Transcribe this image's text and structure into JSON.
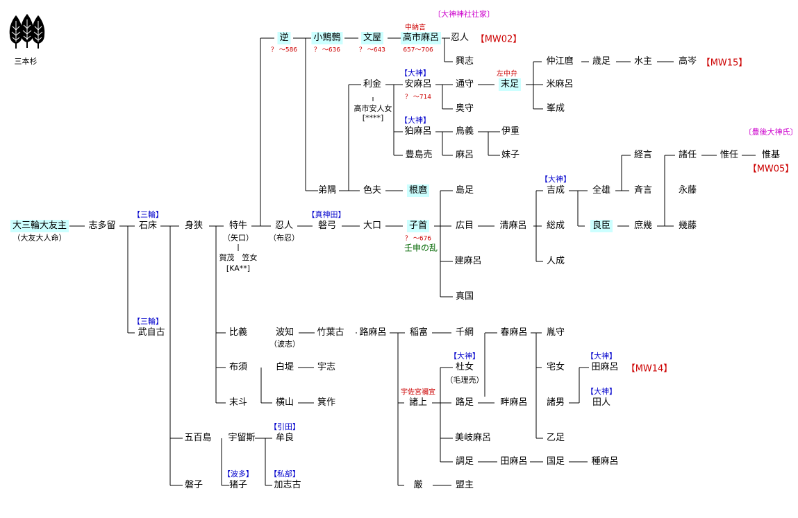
{
  "crest": {
    "icon": "three-cedar-crest-icon",
    "caption": "三本杉"
  },
  "people": [
    {
      "id": "p1",
      "name": "大三輪大友主",
      "sub": "（大友大人命）",
      "hl": true
    },
    {
      "id": "p2",
      "name": "志多留"
    },
    {
      "id": "p3",
      "name": "石床",
      "clan": "【三輪】"
    },
    {
      "id": "p4",
      "name": "武自古",
      "clan": "【三輪】"
    },
    {
      "id": "p5",
      "name": "身狭"
    },
    {
      "id": "p6",
      "name": "五百島"
    },
    {
      "id": "p7",
      "name": "磐子"
    },
    {
      "id": "p8",
      "name": "特牛",
      "sub": "（矢口）"
    },
    {
      "id": "p9",
      "name": "比義"
    },
    {
      "id": "p10",
      "name": "布須"
    },
    {
      "id": "p11",
      "name": "末斗"
    },
    {
      "id": "p12",
      "name": "宇留斯"
    },
    {
      "id": "p13",
      "name": "猪子",
      "clan": "【波多】"
    },
    {
      "id": "p14",
      "name": "牟良",
      "clan": "【引田】"
    },
    {
      "id": "p15",
      "name": "加志古",
      "clan": "【私部】"
    },
    {
      "id": "p16",
      "name": "逆",
      "hl": true,
      "dates": "？ ～586"
    },
    {
      "id": "p17",
      "name": "忍人",
      "sub": "（布忍）"
    },
    {
      "id": "p18",
      "name": "小鷦鷯",
      "hl": true,
      "dates": "？ ～636"
    },
    {
      "id": "p19",
      "name": "弟隅"
    },
    {
      "id": "p20",
      "name": "文屋",
      "hl": true,
      "dates": "？ ～643"
    },
    {
      "id": "p21",
      "name": "利金"
    },
    {
      "id": "p22",
      "name": "高市麻呂",
      "hl": true,
      "dates": "657～706",
      "title": "中納言"
    },
    {
      "id": "p23",
      "name": "忍人"
    },
    {
      "id": "p24",
      "name": "興志"
    },
    {
      "id": "p25",
      "name": "安麻呂",
      "clan": "【大神】",
      "dates": "？ ～714"
    },
    {
      "id": "p26",
      "name": "狛麻呂",
      "clan": "【大神】"
    },
    {
      "id": "p27",
      "name": "豊島売"
    },
    {
      "id": "p28",
      "name": "通守"
    },
    {
      "id": "p29",
      "name": "奥守"
    },
    {
      "id": "p30",
      "name": "末足",
      "hl": true,
      "title": "左中弁"
    },
    {
      "id": "p31",
      "name": "仲江麿"
    },
    {
      "id": "p32",
      "name": "米麻呂"
    },
    {
      "id": "p33",
      "name": "峯成"
    },
    {
      "id": "p34",
      "name": "歳足"
    },
    {
      "id": "p35",
      "name": "水主"
    },
    {
      "id": "p36",
      "name": "高岑"
    },
    {
      "id": "p37",
      "name": "鳥義"
    },
    {
      "id": "p38",
      "name": "麻呂"
    },
    {
      "id": "p39",
      "name": "伊重"
    },
    {
      "id": "p40",
      "name": "妹子"
    },
    {
      "id": "p41",
      "name": "色夫"
    },
    {
      "id": "p42",
      "name": "根麿",
      "hl": true
    },
    {
      "id": "p43",
      "name": "磐弓",
      "clan": "【真神田】"
    },
    {
      "id": "p44",
      "name": "大口"
    },
    {
      "id": "p45",
      "name": "子首",
      "hl": true,
      "dates": "？ ～676"
    },
    {
      "id": "p46",
      "name": "島足"
    },
    {
      "id": "p47",
      "name": "広目"
    },
    {
      "id": "p48",
      "name": "建麻呂"
    },
    {
      "id": "p49",
      "name": "真国"
    },
    {
      "id": "p50",
      "name": "清麻呂"
    },
    {
      "id": "p51",
      "name": "吉成",
      "clan": "【大神】"
    },
    {
      "id": "p52",
      "name": "総成"
    },
    {
      "id": "p53",
      "name": "人成"
    },
    {
      "id": "p54",
      "name": "全雄"
    },
    {
      "id": "p55",
      "name": "良臣",
      "hl": true
    },
    {
      "id": "p56",
      "name": "経言"
    },
    {
      "id": "p57",
      "name": "斉言"
    },
    {
      "id": "p58",
      "name": "庶幾"
    },
    {
      "id": "p59",
      "name": "諸任"
    },
    {
      "id": "p60",
      "name": "永藤"
    },
    {
      "id": "p61",
      "name": "幾藤"
    },
    {
      "id": "p62",
      "name": "惟任"
    },
    {
      "id": "p63",
      "name": "惟基"
    },
    {
      "id": "p64",
      "name": "波知",
      "sub": "（波志）"
    },
    {
      "id": "p65",
      "name": "竹葉古"
    },
    {
      "id": "p66",
      "name": "路麻呂"
    },
    {
      "id": "p67",
      "name": "白堤"
    },
    {
      "id": "p68",
      "name": "宇志"
    },
    {
      "id": "p69",
      "name": "横山"
    },
    {
      "id": "p70",
      "name": "箕作"
    },
    {
      "id": "p71",
      "name": "稲富"
    },
    {
      "id": "p72",
      "name": "千綱"
    },
    {
      "id": "p73",
      "name": "諸上",
      "title": "宇佐宮禰宜"
    },
    {
      "id": "p74",
      "name": "杜女",
      "clan": "【大神】",
      "sub": "（毛理売）"
    },
    {
      "id": "p75",
      "name": "路足"
    },
    {
      "id": "p76",
      "name": "美岐麻呂"
    },
    {
      "id": "p77",
      "name": "調足"
    },
    {
      "id": "p78",
      "name": "田麻呂"
    },
    {
      "id": "p79",
      "name": "国足"
    },
    {
      "id": "p80",
      "name": "種麻呂"
    },
    {
      "id": "p81",
      "name": "春麻呂"
    },
    {
      "id": "p82",
      "name": "畔麻呂"
    },
    {
      "id": "p83",
      "name": "胤守"
    },
    {
      "id": "p84",
      "name": "宅女"
    },
    {
      "id": "p85",
      "name": "諸男"
    },
    {
      "id": "p86",
      "name": "乙足"
    },
    {
      "id": "p87",
      "name": "田麻呂",
      "clan": "【大神】"
    },
    {
      "id": "p88",
      "name": "田人",
      "clan": "【大神】"
    },
    {
      "id": "p89",
      "name": "厳"
    },
    {
      "id": "p90",
      "name": "盟主"
    }
  ],
  "spouses": [
    {
      "id": "s1",
      "text": "高市安人女",
      "code": "[****]"
    },
    {
      "id": "s2",
      "text": "賀茂　笠女",
      "code": "[KA**]"
    }
  ],
  "refs": [
    {
      "id": "r1",
      "text": "【MW02】"
    },
    {
      "id": "r2",
      "text": "【MW15】"
    },
    {
      "id": "r3",
      "text": "【MW05】"
    },
    {
      "id": "r4",
      "text": "【MW14】"
    }
  ],
  "houses": [
    {
      "id": "h1",
      "text": "〔大神神社社家〕"
    },
    {
      "id": "h2",
      "text": "〔豊後大神氏〕"
    }
  ],
  "events": [
    {
      "id": "e1",
      "text": "壬申の乱"
    }
  ]
}
